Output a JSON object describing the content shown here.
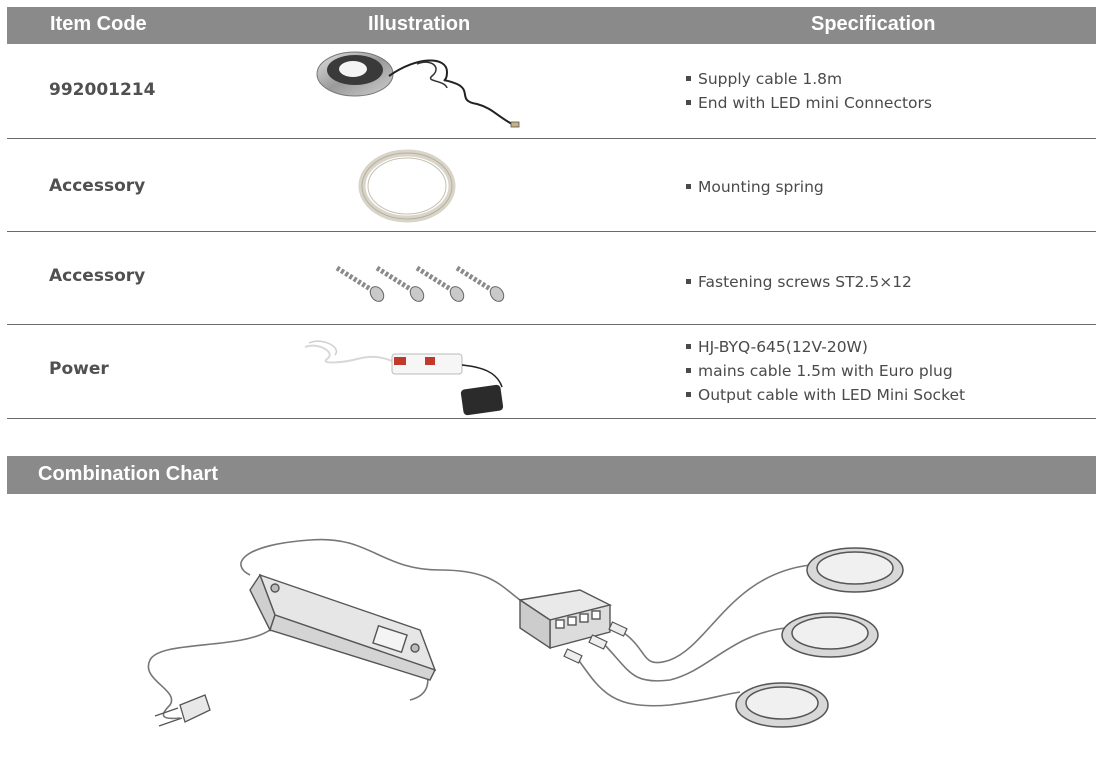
{
  "table": {
    "headers": {
      "item_code": "Item Code",
      "illustration": "Illustration",
      "specification": "Specification"
    },
    "rows": [
      {
        "code": "992001214",
        "illustration": "downlight-with-cable",
        "specs": [
          "Supply cable 1.8m",
          "End with LED mini Connectors"
        ]
      },
      {
        "code": "Accessory",
        "illustration": "mounting-spring",
        "specs": [
          "Mounting spring"
        ]
      },
      {
        "code": "Accessory",
        "illustration": "fastening-screws",
        "specs": [
          "Fastening screws ST2.5×12"
        ]
      },
      {
        "code": "Power",
        "illustration": "led-driver",
        "specs": [
          "HJ-BYQ-645(12V-20W)",
          "mains cable 1.5m with Euro plug",
          "Output cable with LED Mini Socket"
        ]
      }
    ]
  },
  "combination_chart": {
    "title": "Combination Chart"
  }
}
